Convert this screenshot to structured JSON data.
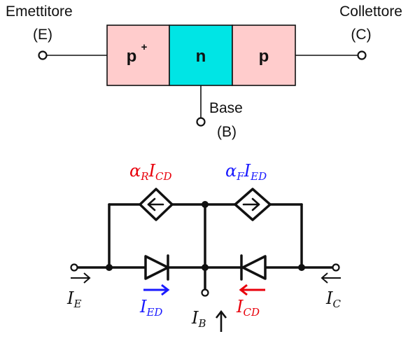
{
  "structure": {
    "emitter": {
      "name": "Emettitore",
      "symbol": "(E)"
    },
    "collector": {
      "name": "Collettore",
      "symbol": "(C)"
    },
    "base": {
      "name": "Base",
      "symbol": "(B)"
    },
    "regions": [
      {
        "label": "p",
        "superscript": "+",
        "color": "#ffcccc"
      },
      {
        "label": "n",
        "superscript": "",
        "color": "#00e5e5"
      },
      {
        "label": "p",
        "superscript": "",
        "color": "#ffcccc"
      }
    ]
  },
  "circuit": {
    "source_left": {
      "symbol": "α",
      "symbol_sub": "R",
      "current": "I",
      "current_sub": "CD",
      "color": "#e8000b"
    },
    "source_right": {
      "symbol": "α",
      "symbol_sub": "F",
      "current": "I",
      "current_sub": "ED",
      "color": "#1a1aff"
    },
    "current_emitter": {
      "symbol": "I",
      "sub": "E"
    },
    "current_collector": {
      "symbol": "I",
      "sub": "C"
    },
    "current_base": {
      "symbol": "I",
      "sub": "B"
    },
    "diode_emitter_current": {
      "symbol": "I",
      "sub": "ED",
      "color": "#1a1aff"
    },
    "diode_collector_current": {
      "symbol": "I",
      "sub": "CD",
      "color": "#e8000b"
    }
  }
}
